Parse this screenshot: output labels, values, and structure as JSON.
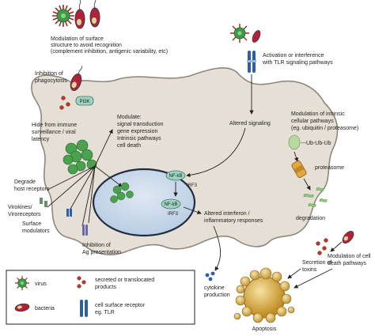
{
  "labels": {
    "modulation_surface": [
      "Modulation of surface",
      "structure to avoid recognition",
      "(complement inhibition, antigenic variability, etc)"
    ],
    "activation_tlr": [
      "Activation or interference",
      "with TLR signaling pathways"
    ],
    "inhibition_phago": [
      "Inhibition of",
      "phagocytosis"
    ],
    "pi3k": "PI3K",
    "hide": [
      "Hide from immune",
      "surveillance / viral",
      "latency"
    ],
    "modulate": [
      "Modulate:",
      "signal transduction",
      "gene expression",
      "Intrinsic pathways",
      "cell death"
    ],
    "altered_signaling": "Altered signaling",
    "modulation_intrinsic": [
      "Modulation of intrinsic",
      "cellular pathways",
      "(eg. ubiquitin / proteasome)"
    ],
    "ub_chain": "---Ub-Ub-Ub",
    "proteasome": "proteasome",
    "degradation": "degradation",
    "degrade_host": [
      "Degrade",
      "host receptors"
    ],
    "virokines": [
      "Virokines/",
      "Viroreceptors"
    ],
    "surface_modulators": [
      "Surface",
      "modulators"
    ],
    "inhibition_ag": [
      "Inhibition of",
      "Ag presentation"
    ],
    "nfkb": "NF-kB",
    "irf3": "IRF3",
    "altered_interferon": [
      "Altered interferon /",
      "inflammatory responses"
    ],
    "cytokine": [
      "cytokine",
      "production"
    ],
    "secretion": [
      "Secretion of",
      "toxins"
    ],
    "modulation_death": [
      "Modulation of cell",
      "death pathways"
    ],
    "apoptosis": "Apoptosis"
  },
  "legend": {
    "virus": "virus",
    "bacteria": "bacteria",
    "secreted": [
      "secreted or translocated",
      "products"
    ],
    "receptor": [
      "cell surface receptor",
      "eg. TLR"
    ]
  },
  "colors": {
    "cell_fill": "#e6dfd6",
    "cell_stroke": "#8f877c",
    "nucleus_fill": "#c9d8ea",
    "nucleus_stroke": "#1f2d44",
    "virus_green": "#3e9a4a",
    "virus_spike": "#9b2a23",
    "bacteria_red": "#b2203a",
    "receptor_blue": "#2d5ea8",
    "apoptosis_gold": "#c99a2e"
  }
}
